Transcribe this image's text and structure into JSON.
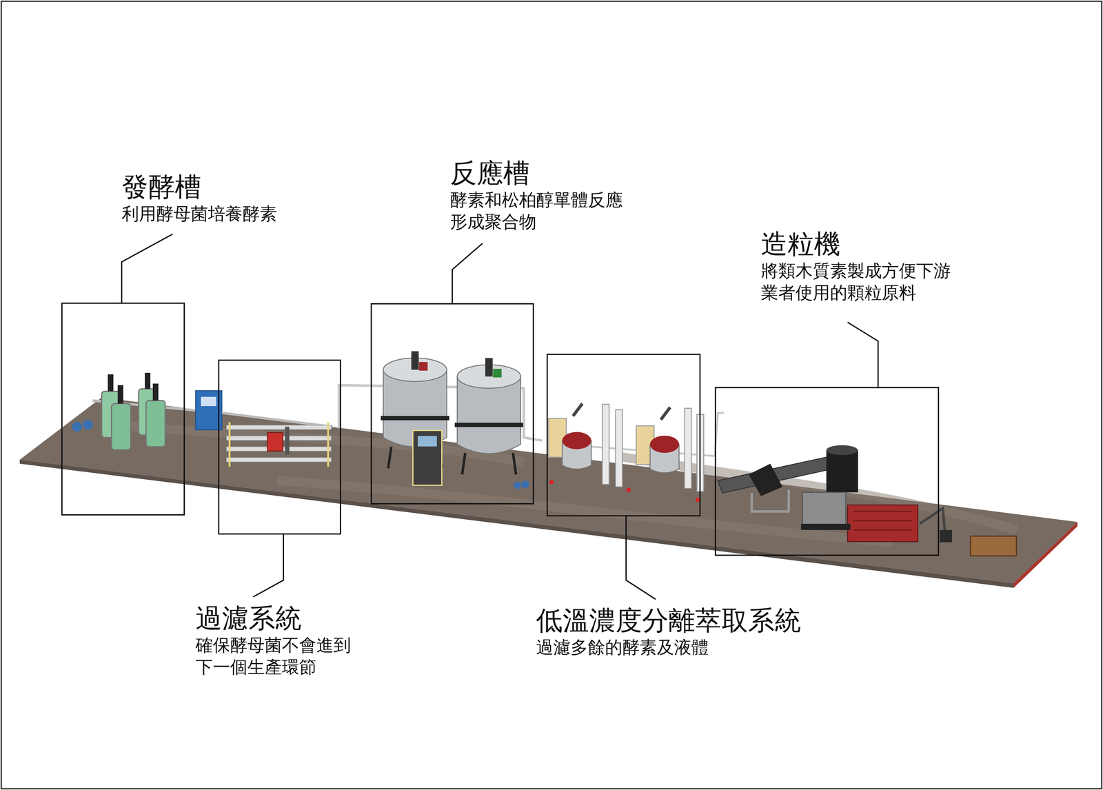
{
  "diagram": {
    "nodes": [
      {
        "text": [
          "發酵槽",
          "利用酵母菌培養酵素"
        ]
      },
      {
        "text": [
          "過濾系統",
          "確保酵母菌不會進到 下一個生產環節"
        ]
      },
      {
        "text": [
          "反應槽",
          "酵素和松柏醇單體反應 形成聚合物"
        ]
      },
      {
        "text": [
          "低溫濃度分離萃取系統",
          "過濾多餘的酵素及液體"
        ]
      },
      {
        "text": [
          "造粒機",
          "將類木質素製成方便下游 業者使用的顆粒原料"
        ]
      }
    ]
  }
}
